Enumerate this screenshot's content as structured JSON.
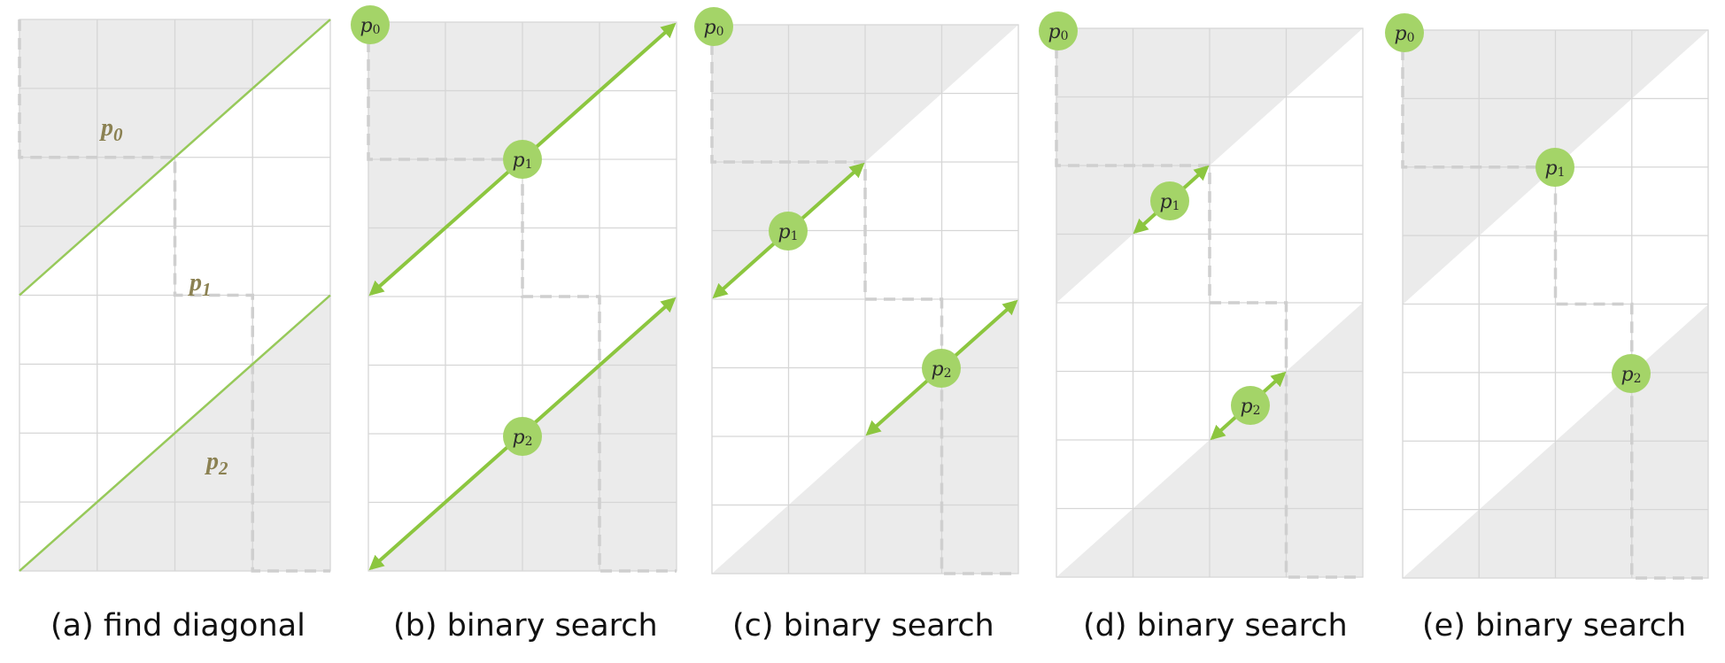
{
  "colors": {
    "shade": "#ebebeb",
    "grid": "#d6d6d6",
    "path": "#cfcfcf",
    "line": "#97c95a",
    "arrow": "#8cc63f",
    "node": "#a4d468",
    "label": "#8b8152"
  },
  "panels": [
    {
      "id": "a",
      "caption": "(a) find diagonal",
      "labels": [
        {
          "base": "p",
          "sub": "0"
        },
        {
          "base": "p",
          "sub": "1"
        },
        {
          "base": "p",
          "sub": "2"
        }
      ]
    },
    {
      "id": "b",
      "caption": "(b) binary search",
      "nodes": [
        {
          "base": "p",
          "sub": "0"
        },
        {
          "base": "p",
          "sub": "1"
        },
        {
          "base": "p",
          "sub": "2"
        }
      ]
    },
    {
      "id": "c",
      "caption": "(c) binary search",
      "nodes": [
        {
          "base": "p",
          "sub": "0"
        },
        {
          "base": "p",
          "sub": "1"
        },
        {
          "base": "p",
          "sub": "2"
        }
      ]
    },
    {
      "id": "d",
      "caption": "(d) binary search",
      "nodes": [
        {
          "base": "p",
          "sub": "0"
        },
        {
          "base": "p",
          "sub": "1"
        },
        {
          "base": "p",
          "sub": "2"
        }
      ]
    },
    {
      "id": "e",
      "caption": "(e) binary search",
      "nodes": [
        {
          "base": "p",
          "sub": "0"
        },
        {
          "base": "p",
          "sub": "1"
        },
        {
          "base": "p",
          "sub": "2"
        }
      ]
    }
  ]
}
